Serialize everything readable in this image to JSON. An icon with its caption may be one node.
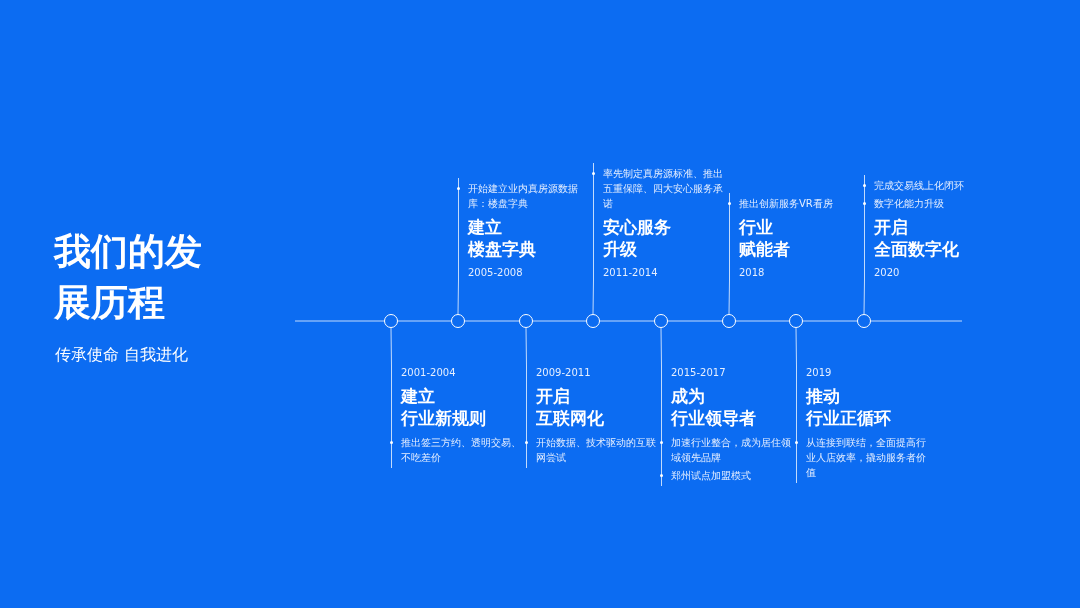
{
  "diagram": {
    "title": "我们的发展历程",
    "nodes": [
      {
        "text": [
          "2001-2004",
          "建立行业新规则",
          "推出签三方约、透明交易、不吃差价"
        ]
      },
      {
        "text": [
          "开始建立业内真房源数据库：楼盘字典",
          "建立楼盘字典",
          "2005-2008"
        ]
      },
      {
        "text": [
          "2009-2011",
          "开启互联网化",
          "开始数据、技术驱动的互联网尝试"
        ]
      },
      {
        "text": [
          "率先制定真房源标准、推出五重保障、四大安心服务承诺",
          "安心服务升级",
          "2011-2014"
        ]
      },
      {
        "text": [
          "2015-2017",
          "成为行业领导者",
          "加速行业整合，成为居住领域领先品牌",
          "郑州试点加盟模式"
        ]
      },
      {
        "text": [
          "推出创新服务VR看房",
          "行业赋能者",
          "2018"
        ]
      },
      {
        "text": [
          "2019",
          "推动行业正循环",
          "从连接到联结，全面提高行业人店效率，撬动服务者价值"
        ]
      },
      {
        "text": [
          "完成交易线上化闭环",
          "数字化能力升级",
          "开启全面数字化",
          "2020"
        ]
      },
      {
        "text": [],
        "shape": "circle"
      },
      {
        "text": [],
        "shape": "circle"
      },
      {
        "text": [],
        "shape": "circle"
      },
      {
        "text": [],
        "shape": "circle"
      },
      {
        "text": [],
        "shape": "circle"
      },
      {
        "text": [],
        "shape": "circle"
      },
      {
        "text": [],
        "shape": "circle"
      },
      {
        "text": [],
        "shape": "circle"
      }
    ],
    "edges": [
      {
        "from": 8,
        "to": 0,
        "arrow": "none"
      },
      {
        "from": 9,
        "to": 1,
        "arrow": "none"
      },
      {
        "from": 10,
        "to": 2,
        "arrow": "none"
      },
      {
        "from": 11,
        "to": 3,
        "arrow": "none"
      },
      {
        "from": 12,
        "to": 4,
        "arrow": "none"
      },
      {
        "from": 13,
        "to": 5,
        "arrow": "none"
      },
      {
        "from": 14,
        "to": 6,
        "arrow": "none"
      },
      {
        "from": 15,
        "to": 7,
        "arrow": "none"
      },
      {
        "from": null,
        "to": 8,
        "arrow": "none"
      },
      {
        "from": 8,
        "to": 9,
        "arrow": "none"
      },
      {
        "from": 9,
        "to": 10,
        "arrow": "none"
      },
      {
        "from": 10,
        "to": 11,
        "arrow": "none"
      },
      {
        "from": 11,
        "to": 12,
        "arrow": "none"
      },
      {
        "from": 12,
        "to": 13,
        "arrow": "none"
      },
      {
        "from": 13,
        "to": 14,
        "arrow": "none"
      },
      {
        "from": 14,
        "to": 15,
        "arrow": "none"
      },
      {
        "from": 15,
        "to": null,
        "arrow": "none"
      }
    ],
    "labels": [
      "传承使命 自我进化"
    ]
  }
}
